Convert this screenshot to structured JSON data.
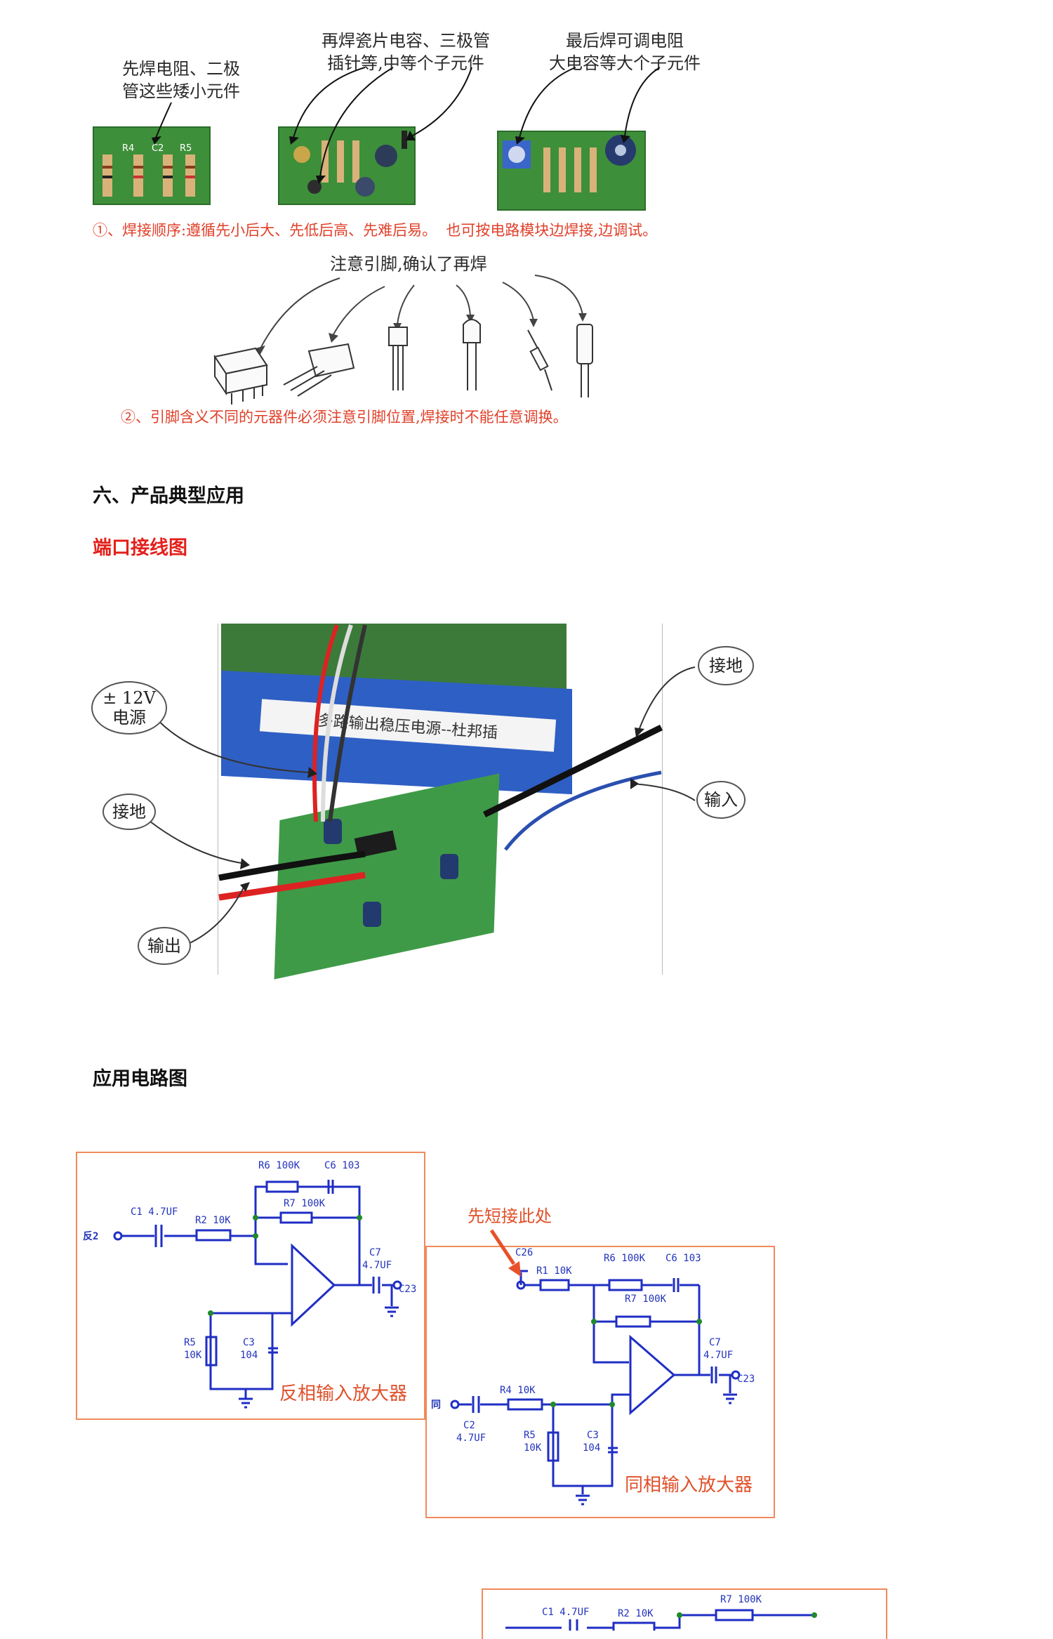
{
  "soldering": {
    "note1": "先焊电阻、二极\n管这些矮小元件",
    "note2": "再焊瓷片电容、三极管\n插针等,中等个子元件",
    "note3": "最后焊可调电阻\n大电容等大个子元件",
    "rule1": "①、焊接顺序:遵循先小后大、先低后高、先难后易。  也可按电路模块边焊接,边调试。",
    "pin_note": "注意引脚,确认了再焊",
    "rule2": "②、引脚含义不同的元器件必须注意引脚位置,焊接时不能任意调换。",
    "pcb1_labels": [
      "R4",
      "C2",
      "R5"
    ]
  },
  "section6": {
    "title": "六、产品典型应用",
    "port_title": "端口接线图",
    "callouts": {
      "power": "± 12V\n电源",
      "ground_right": "接地",
      "input": "输入",
      "ground_left": "接地",
      "output": "输出"
    },
    "box_text": "多路输出稳压电源--杜邦插"
  },
  "app_circuit": {
    "title": "应用电路图",
    "short_note": "先短接此处",
    "inverting": {
      "label": "反相输入放大器",
      "input": "反2",
      "c1": "C1 4.7UF",
      "r2": "R2 10K",
      "r6": "R6 100K",
      "c6": "C6 103",
      "r7": "R7 100K",
      "c7": "C7",
      "c7v": "4.7UF",
      "c23": "C23",
      "r5": "R5",
      "r5v": "10K",
      "c3": "C3",
      "c3v": "104"
    },
    "noninverting": {
      "label": "同相输入放大器",
      "input": "同",
      "c26": "C26",
      "r1": "R1 10K",
      "r6": "R6 100K",
      "c6": "C6 103",
      "r7": "R7 100K",
      "c7": "C7",
      "c7v": "4.7UF",
      "c23": "C23",
      "r4": "R4 10K",
      "c2": "C2",
      "c2v": "4.7UF",
      "r5": "R5",
      "r5v": "10K",
      "c3": "C3",
      "c3v": "104"
    },
    "partial": {
      "c1": "C1 4.7UF",
      "r2": "R2 10K",
      "r7": "R7 100K"
    }
  }
}
